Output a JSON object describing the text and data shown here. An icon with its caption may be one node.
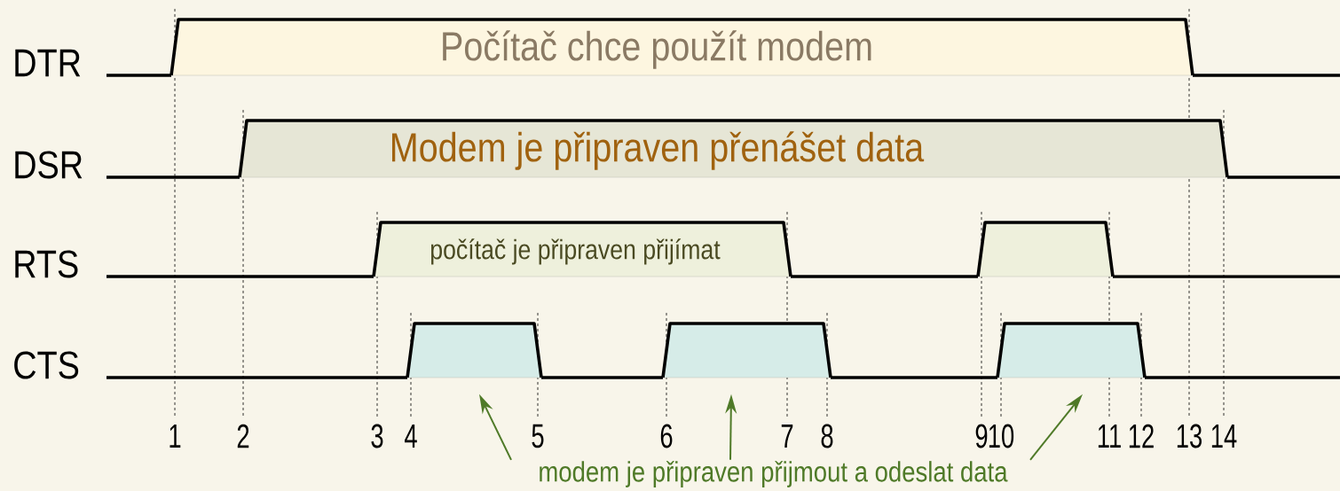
{
  "diagram": {
    "nodes": [
      {
        "text": [
          "Počítač chce použít modem"
        ]
      },
      {
        "text": [
          "Modem je připraven přenášet data"
        ]
      },
      {
        "text": [
          "počítač je připraven přijímat"
        ]
      },
      {
        "text": [],
        "shape": "trapezoid"
      },
      {
        "text": [],
        "shape": "trapezoid"
      },
      {
        "text": [],
        "shape": "trapezoid"
      },
      {
        "text": [],
        "shape": "trapezoid"
      },
      {
        "text": [
          "modem je připraven přijmout a odeslat data"
        ]
      }
    ],
    "edges": [
      {
        "from": 7,
        "to": 4,
        "arrow": "to"
      },
      {
        "from": 7,
        "to": 5,
        "arrow": "to"
      },
      {
        "from": 7,
        "to": 6,
        "arrow": "to"
      }
    ],
    "labels": [
      "DTR",
      "DSR",
      "RTS",
      "CTS",
      "1",
      "2",
      "3",
      "4",
      "5",
      "6",
      "7",
      "8",
      "9",
      "10",
      "11",
      "12",
      "13",
      "14"
    ]
  }
}
